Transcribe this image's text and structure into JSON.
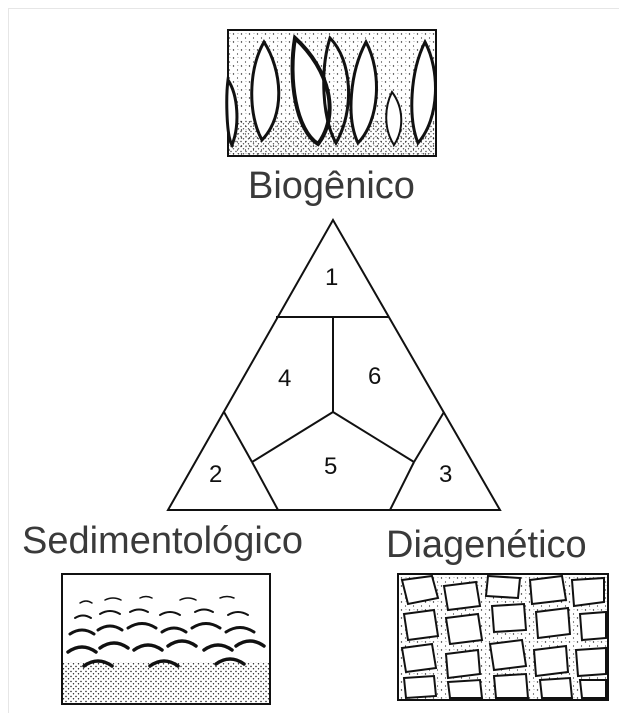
{
  "labels": {
    "top": "Biogênico",
    "left": "Sedimentológico",
    "right": "Diagenético"
  },
  "regions": [
    "1",
    "2",
    "3",
    "4",
    "5",
    "6"
  ]
}
